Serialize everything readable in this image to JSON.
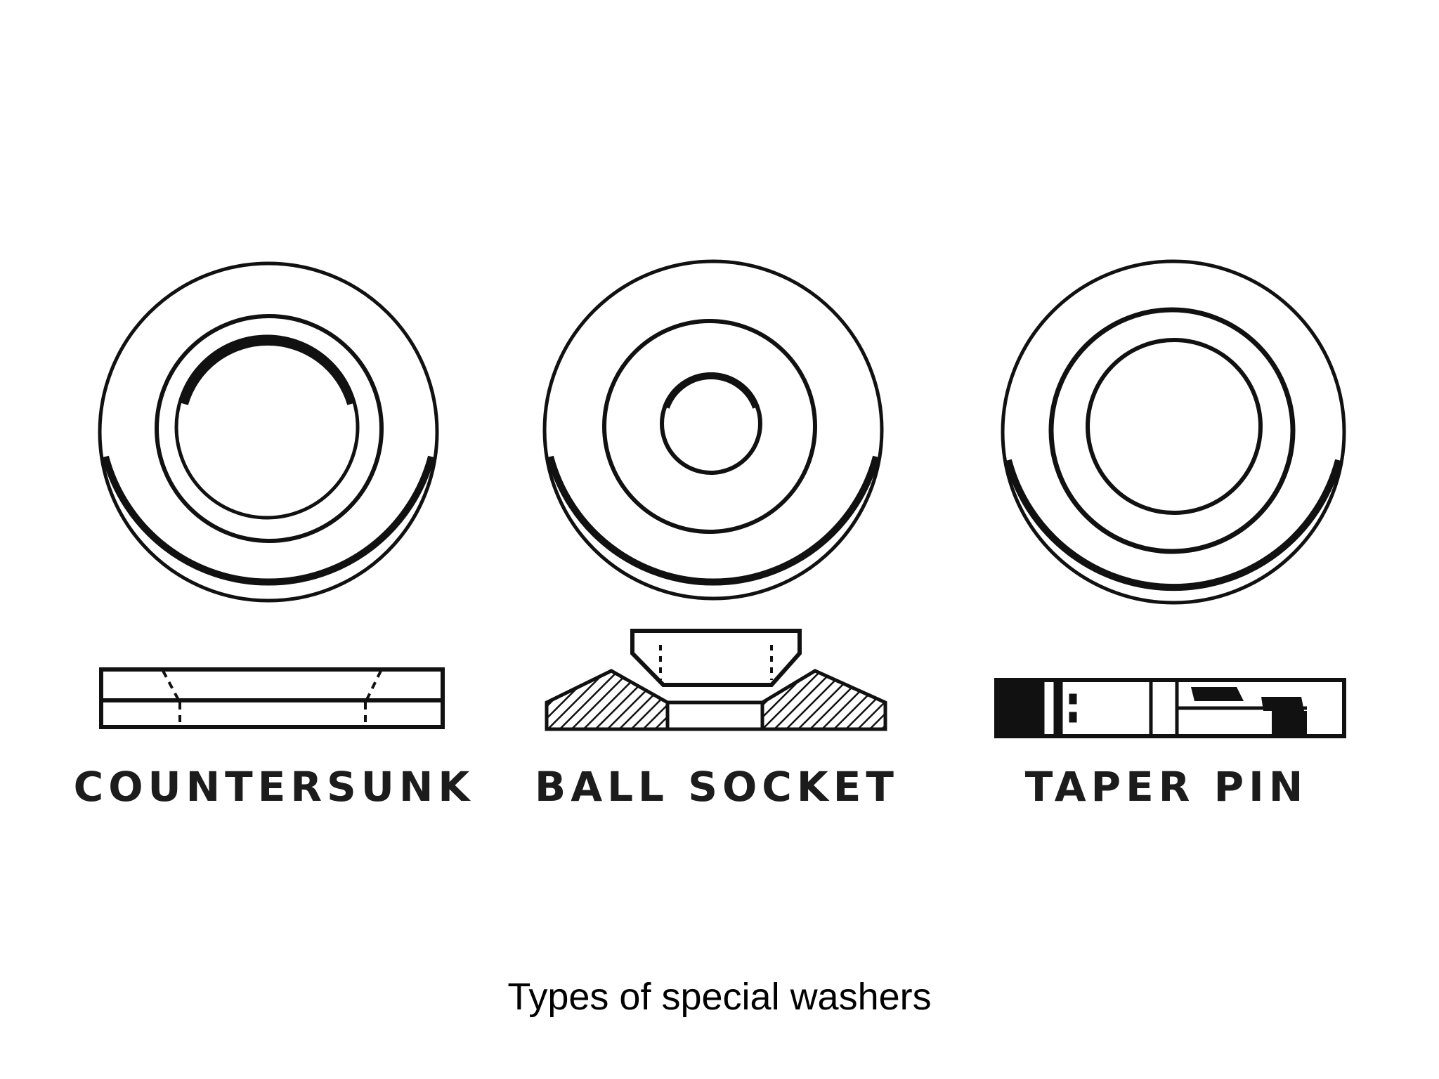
{
  "figure": {
    "washers": [
      {
        "label": "COUNTERSUNK"
      },
      {
        "label": "BALL SOCKET"
      },
      {
        "label": "TAPER PIN"
      }
    ],
    "caption": "Types of special washers"
  },
  "colors": {
    "ink": "#111111",
    "background": "#ffffff"
  }
}
